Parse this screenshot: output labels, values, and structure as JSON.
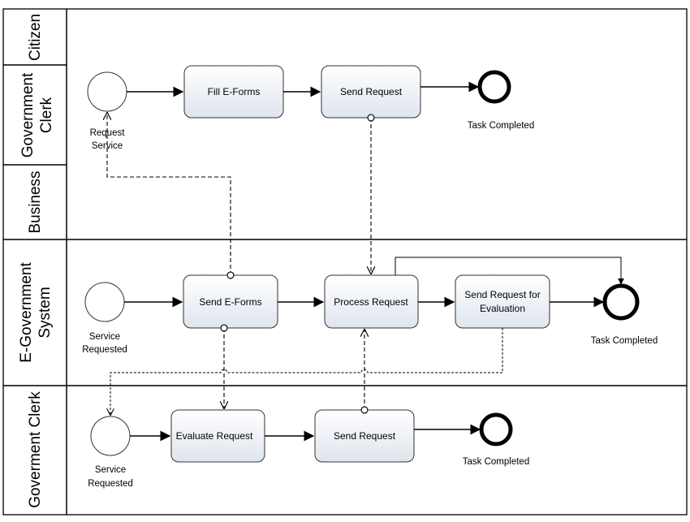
{
  "lanes": {
    "citizen": "Citizen",
    "government_clerk_top": [
      "Government",
      "Clerk"
    ],
    "business": "Business",
    "egov_system": [
      "E-Government",
      "System"
    ],
    "goverment_clerk_bottom": "Goverment Clerk"
  },
  "tasks": {
    "fill_eforms": "Fill E-Forms",
    "send_request_top": "Send Request",
    "send_eforms": "Send E-Forms",
    "process_request": "Process Request",
    "send_request_for_evaluation": [
      "Send Request for",
      "Evaluation"
    ],
    "evaluate_request": "Evaluate Request",
    "send_request_bottom": "Send Request"
  },
  "events": {
    "request_service": [
      "Request",
      "Service"
    ],
    "task_completed_top": "Task Completed",
    "service_requested_middle": [
      "Service",
      "Requested"
    ],
    "task_completed_middle": "Task Completed",
    "service_requested_bottom": [
      "Service",
      "Requested"
    ],
    "task_completed_bottom": "Task Completed"
  }
}
